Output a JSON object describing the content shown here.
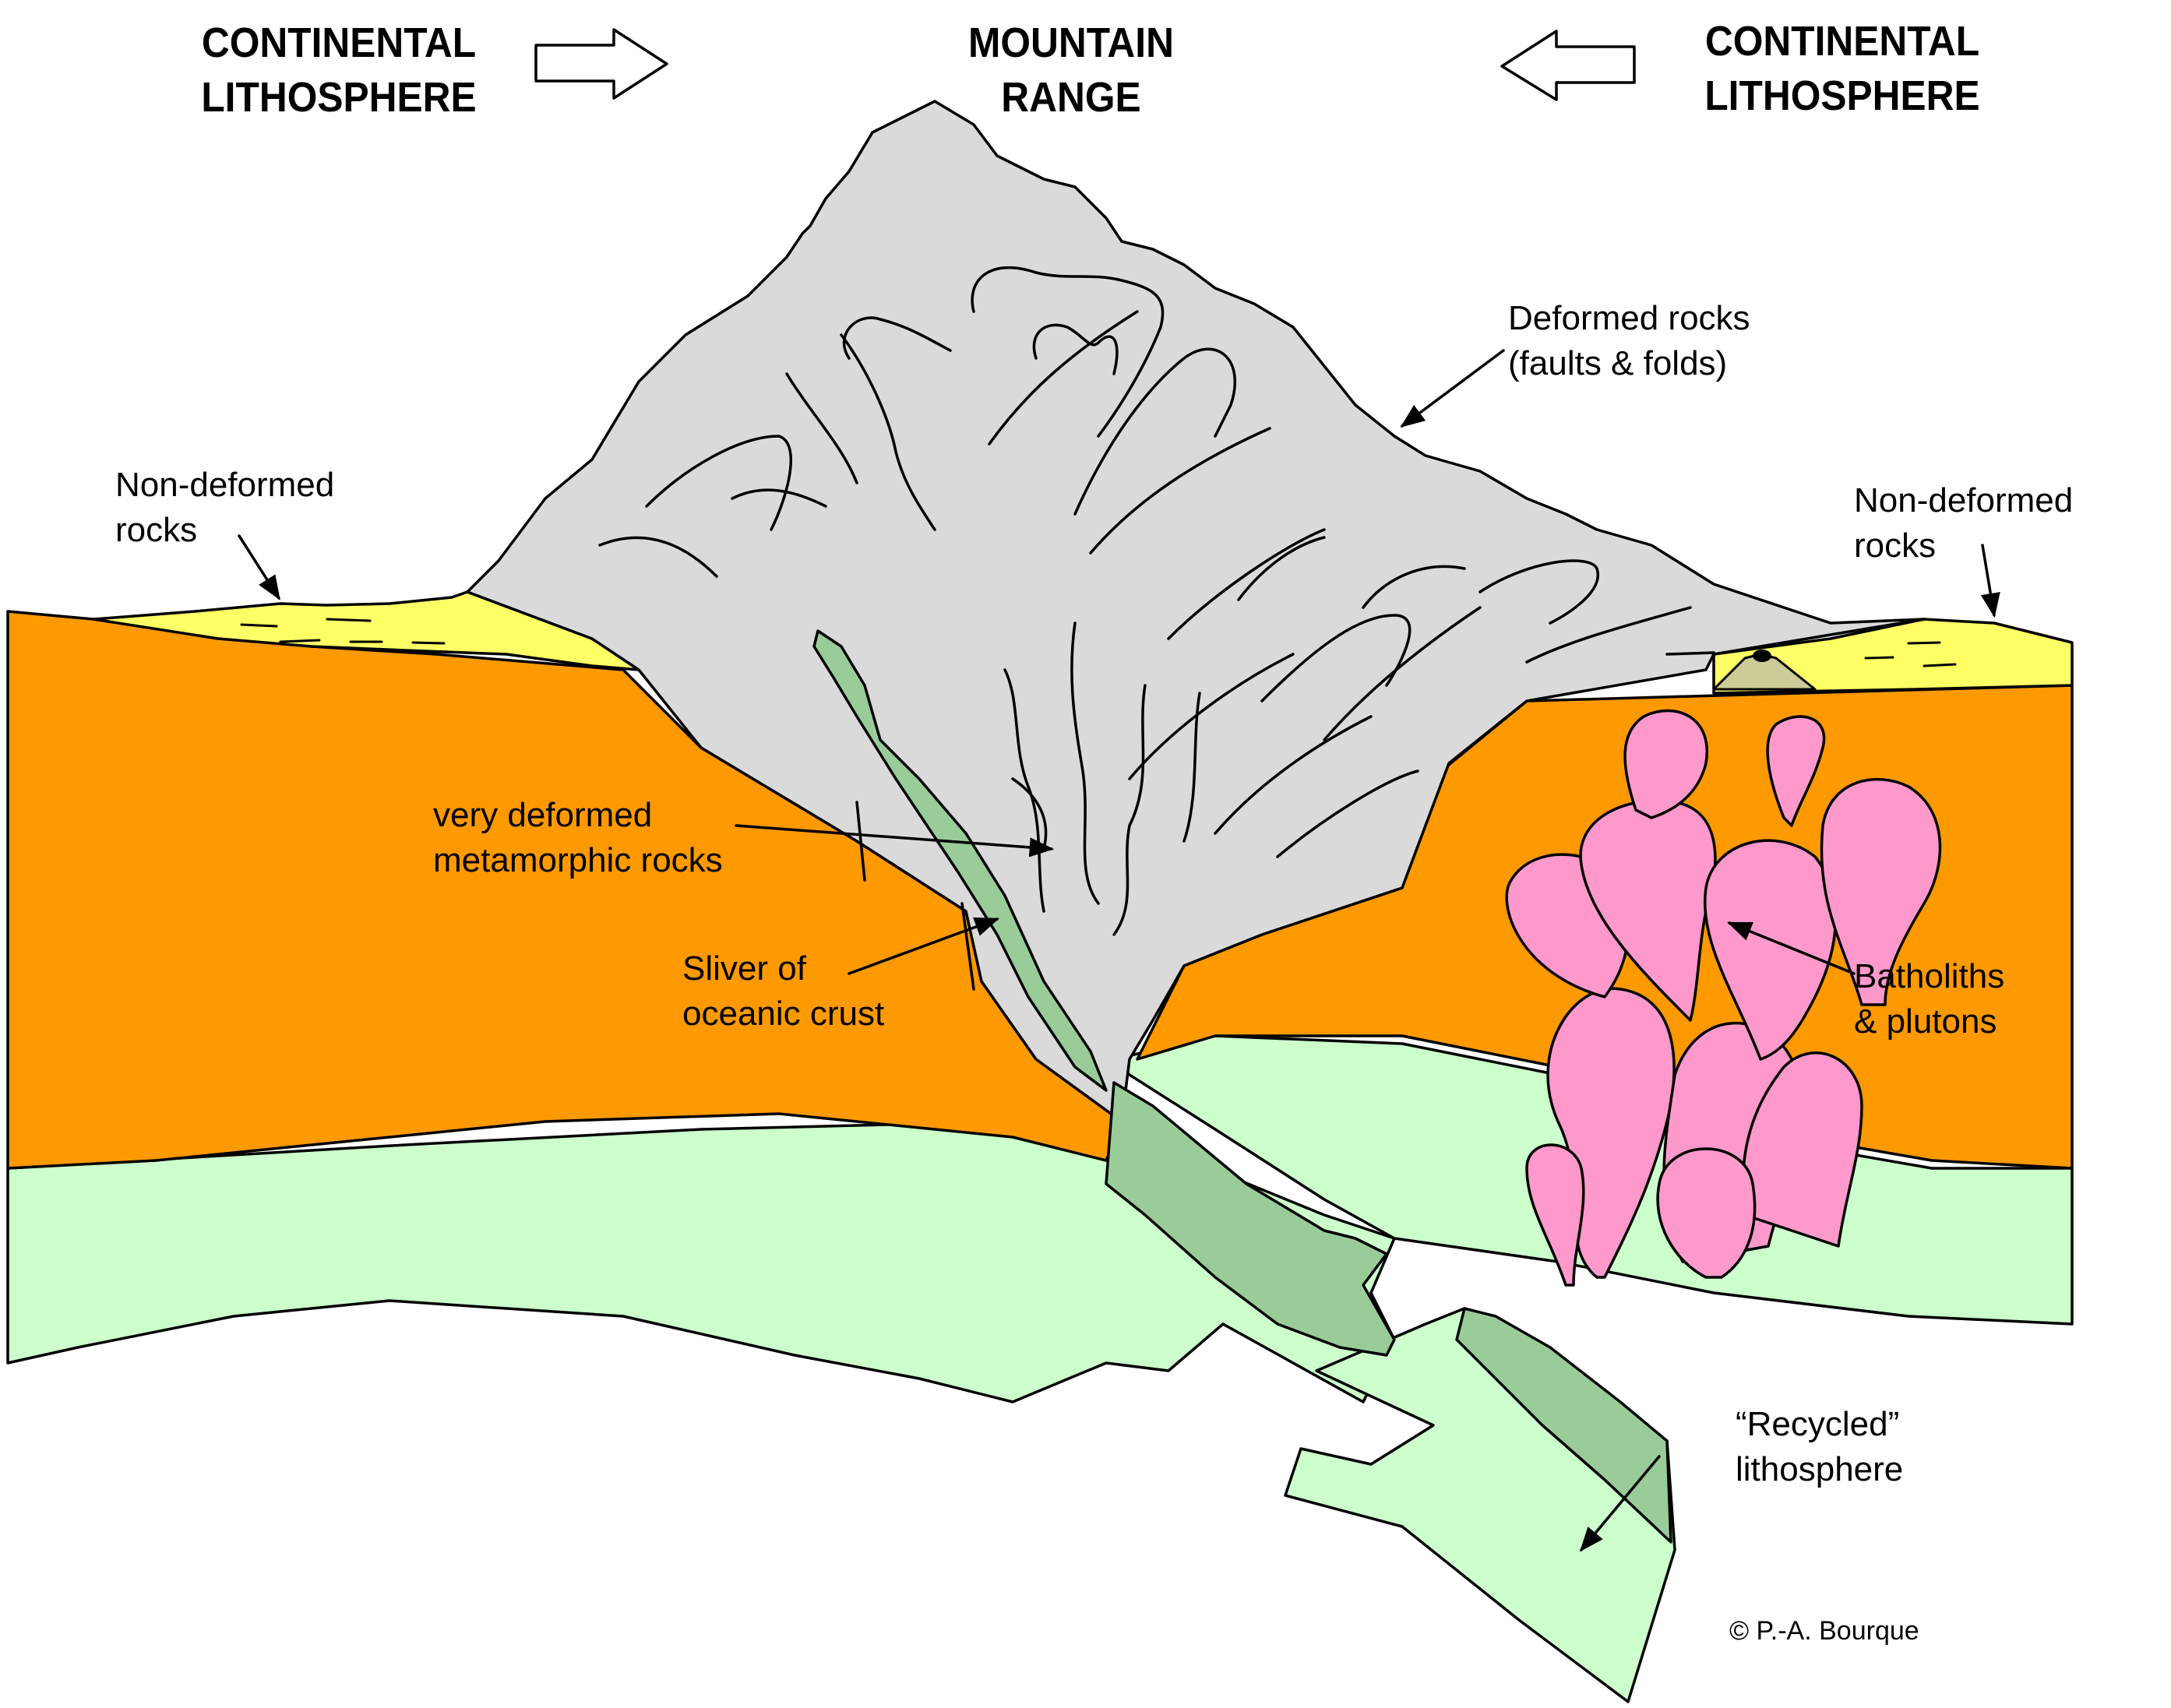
{
  "header": {
    "left_title": "CONTINENTAL\nLITHOSPHERE",
    "center_title": "MOUNTAIN\nRANGE",
    "right_title": "CONTINENTAL\nLITHOSPHERE",
    "left_arrow_icon": "arrow-right-outline",
    "right_arrow_icon": "arrow-left-outline"
  },
  "labels": {
    "non_deformed_left": "Non-deformed\nrocks",
    "non_deformed_right": "Non-deformed\nrocks",
    "deformed_rocks": "Deformed rocks\n(faults & folds)",
    "very_deformed": "very deformed\nmetamorphic rocks",
    "sliver": "Sliver of\noceanic crust",
    "batholiths": "Batholiths\n& plutons",
    "recycled": "“Recycled”\nlithosphere",
    "copyright": "© P.-A. Bourque"
  },
  "colors": {
    "continental_crust": "#ff9900",
    "sediments": "#ffff66",
    "mountain_rocks": "#dadada",
    "lithospheric_mantle": "#ccffcc",
    "oceanic_crust": "#99cc99",
    "plutons": "#ff99cc",
    "volcano": "#cccc99",
    "outline": "#000000"
  }
}
